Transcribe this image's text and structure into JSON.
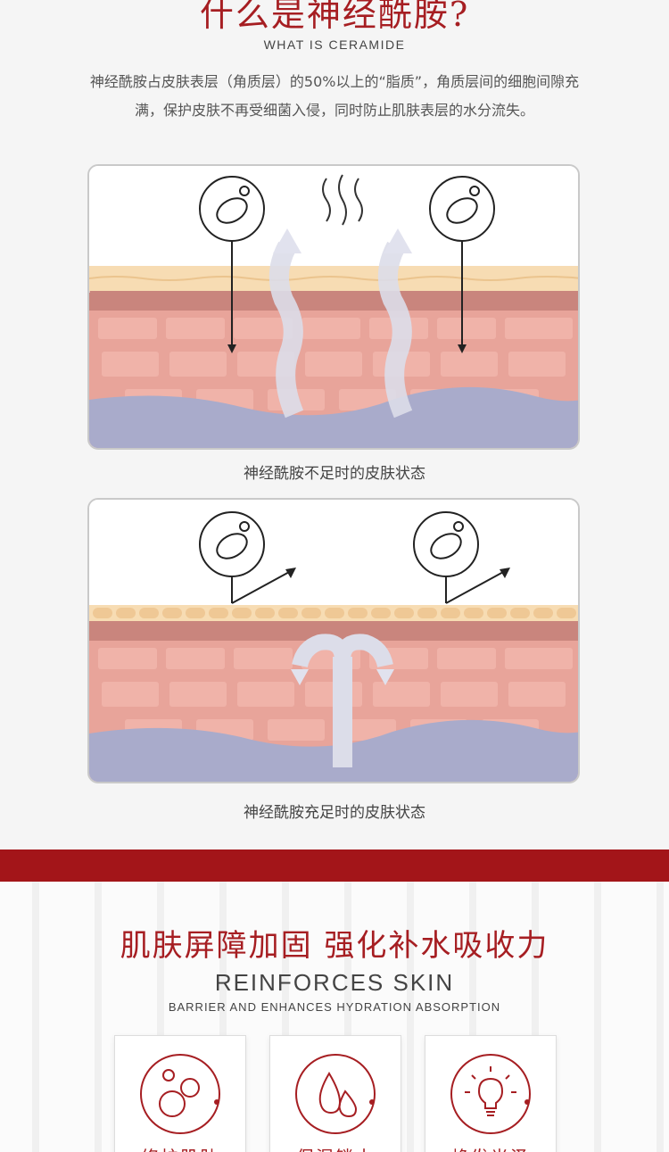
{
  "section1": {
    "title_cn": "什么是神经酰胺?",
    "title_en": "WHAT IS CERAMIDE",
    "description": "神经酰胺占皮肤表层（角质层）的50%以上的“脂质”，角质层间的细胞间隙充满，保护皮肤不再受细菌入侵，同时防止肌肤表层的水分流失。",
    "diagram1_caption": "神经酰胺不足时的皮肤状态",
    "diagram2_caption": "神经酰胺充足时的皮肤状态"
  },
  "section2": {
    "title_cn": "肌肤屏障加固 强化补水吸收力",
    "title_en": "REINFORCES SKIN",
    "subtitle_en": "BARRIER AND ENHANCES HYDRATION ABSORPTION",
    "cards": [
      {
        "icon": "bubbles-icon",
        "label": "修护肌肤"
      },
      {
        "icon": "water-drop-icon",
        "label": "保湿锁水"
      },
      {
        "icon": "lightbulb-icon",
        "label": "焕发光泽"
      }
    ]
  },
  "colors": {
    "brand_red": "#a31519",
    "skin_pink": "#e8a49a",
    "skin_top": "#f7dcb3",
    "water_blue": "#a9abcb"
  }
}
